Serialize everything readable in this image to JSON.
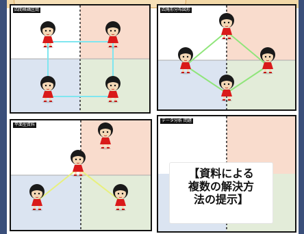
{
  "panels": [
    {
      "label": "四間格鶏区間",
      "line_color": "#7fe6f0"
    },
    {
      "label": "四角形分布図形",
      "line_color": "#8fe57a"
    },
    {
      "label": "平面型資料",
      "line_color": "#e8f07d"
    },
    {
      "label": "データ分析 問題",
      "line_color": ""
    }
  ],
  "note": {
    "text": "【資料による\n複数の解決方\n法の提示】"
  },
  "colors": {
    "pink": "#f9dccd",
    "blue": "#dbe4f1",
    "green": "#e3ecd9",
    "white": "#ffffff",
    "red_dress": "#d91a1a",
    "hair": "#1a1a1a",
    "skin": "#f4d8b6"
  }
}
